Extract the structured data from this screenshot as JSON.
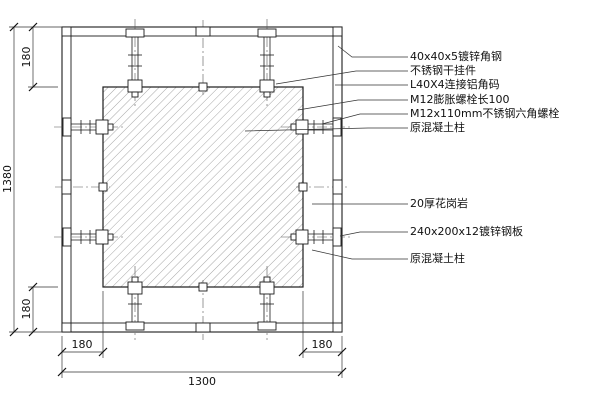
{
  "colors": {
    "background": "#ffffff",
    "line": "#1c1c1c",
    "dimension": "#333333"
  },
  "annotations": [
    {
      "label": "40x40x5镀锌角钢"
    },
    {
      "label": "不锈钢干挂件"
    },
    {
      "label": "L40X4连接铝角码"
    },
    {
      "label": "M12膨胀螺栓长100"
    },
    {
      "label": "M12x110mm不锈钢六角螺栓"
    },
    {
      "label": "原混凝土柱"
    },
    {
      "label": "20厚花岗岩"
    },
    {
      "label": "240x200x12镀锌钢板"
    },
    {
      "label": "原混凝土柱"
    }
  ],
  "dimensions": {
    "left_total": "1380",
    "top_left": "180",
    "bottom_left_side": "180",
    "bottom_left": "180",
    "bottom_right": "180",
    "bottom_total": "1300"
  }
}
